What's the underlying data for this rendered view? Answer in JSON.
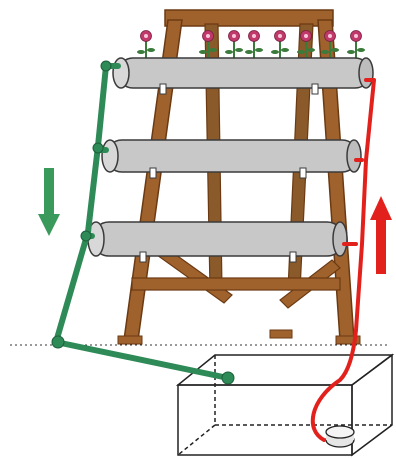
{
  "colors": {
    "background": "#ffffff",
    "wood": "#a0622d",
    "wood_dark": "#6b3a12",
    "pipe": "#c8c8c8",
    "pipe_outline": "#3a3a3a",
    "return_pipe": "#2e8b57",
    "supply_pipe": "#e3211c",
    "down_arrow": "#3a9a5c",
    "up_arrow": "#e3211c",
    "flower": "#c0396a",
    "leaf": "#3a7a3a",
    "tank_outline": "#222222"
  },
  "icons": {
    "down_arrow": "arrow-down-icon",
    "up_arrow": "arrow-up-icon",
    "flower": "flower-icon",
    "pump": "pump-icon"
  },
  "diagram": {
    "grow_pipe_count": 3,
    "flower_count": 8,
    "flow": {
      "supply": "up",
      "return": "down"
    }
  }
}
